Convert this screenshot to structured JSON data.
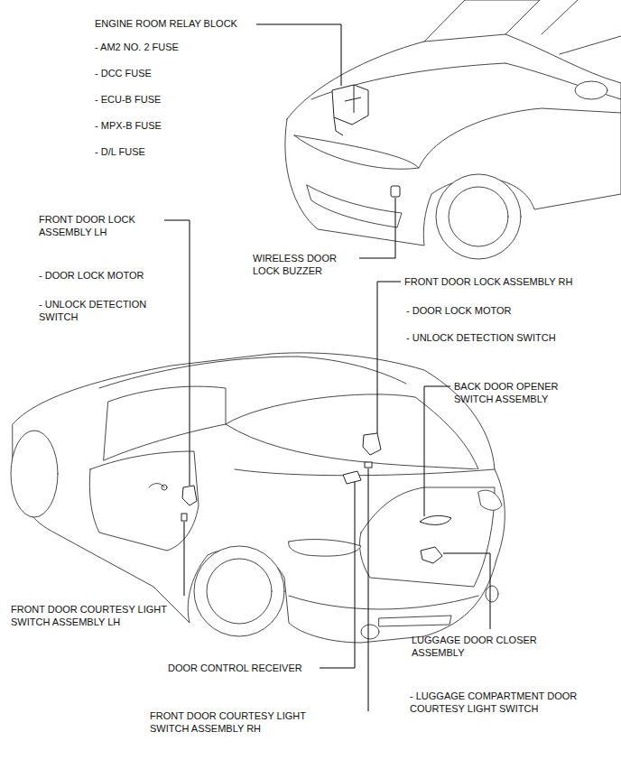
{
  "diagram": {
    "labels": [
      "ENGINE ROOM RELAY BLOCK",
      "- AM2 NO. 2 FUSE",
      "- DCC FUSE",
      "- ECU-B FUSE",
      "- MPX-B FUSE",
      "- D/L FUSE",
      "FRONT DOOR LOCK ASSEMBLY LH",
      "- DOOR LOCK MOTOR",
      "- UNLOCK DETECTION SWITCH",
      "WIRELESS DOOR LOCK BUZZER",
      "FRONT DOOR LOCK ASSEMBLY RH",
      "- DOOR LOCK MOTOR",
      "- UNLOCK DETECTION SWITCH",
      "BACK DOOR OPENER SWITCH ASSEMBLY",
      "FRONT DOOR COURTESY LIGHT SWITCH ASSEMBLY LH",
      "LUGGAGE DOOR CLOSER ASSEMBLY",
      "DOOR CONTROL RECEIVER",
      "- LUGGAGE COMPARTMENT DOOR COURTESY LIGHT SWITCH",
      "FRONT DOOR COURTESY LIGHT SWITCH ASSEMBLY RH"
    ]
  }
}
